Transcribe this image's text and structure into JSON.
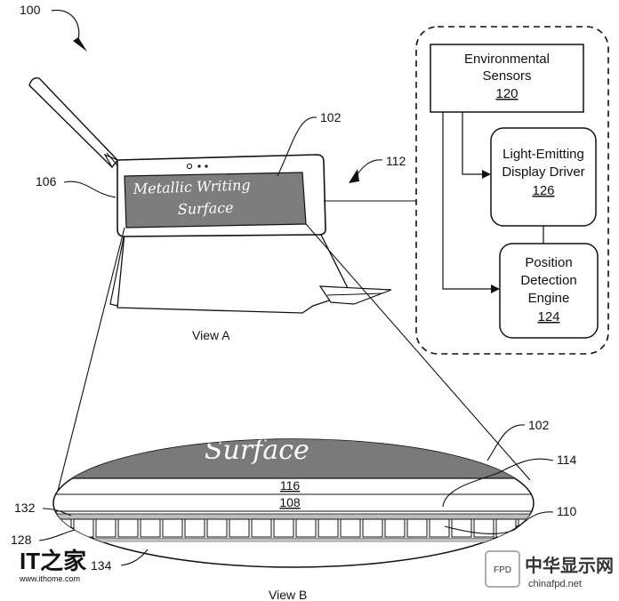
{
  "figure_ref": "100",
  "view_a_label": "View A",
  "view_b_label": "View B",
  "screen_text": {
    "line1": "Metallic Writing",
    "line2": "Surface"
  },
  "layer_text": "Surface",
  "boxes": {
    "environmental_sensors": {
      "line1": "Environmental",
      "line2": "Sensors",
      "ref": "120"
    },
    "light_emitting_driver": {
      "line1": "Light-Emitting",
      "line2": "Display Driver",
      "ref": "126"
    },
    "position_detection": {
      "line1": "Position",
      "line2": "Detection",
      "line3": "Engine",
      "ref": "124"
    }
  },
  "refs": {
    "device_screen": "102",
    "device_pen": "106",
    "controller": "112",
    "layer_top": "102",
    "layer_114": "114",
    "layer_116": "116",
    "layer_108": "108",
    "layer_110": "110",
    "layer_132": "132",
    "layer_128": "128",
    "layer_134": "134"
  },
  "watermarks": {
    "ithome_logo": "IT之家",
    "ithome_url": "www.ithome.com",
    "cfpd_logo": "中华显示网",
    "cfpd_url": "chinafpd.net",
    "cfpd_badge": "FPD"
  }
}
